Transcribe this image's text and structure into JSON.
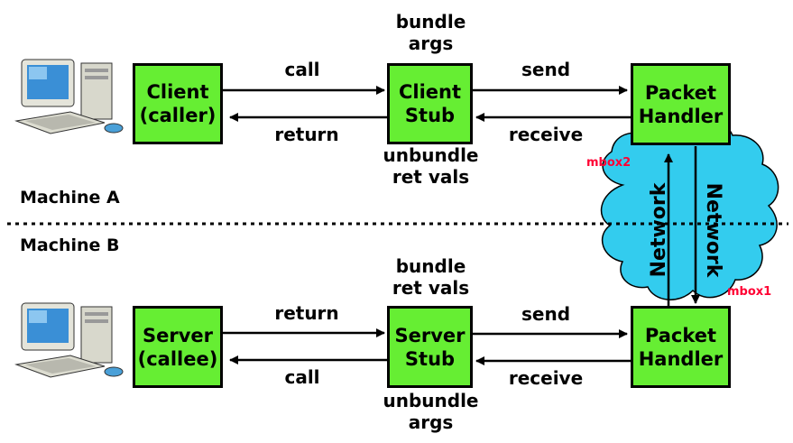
{
  "machines": {
    "a": "Machine A",
    "b": "Machine B"
  },
  "top_row": {
    "client_line1": "Client",
    "client_line2": "(caller)",
    "stub_line1": "Client",
    "stub_line2": "Stub",
    "handler_line1": "Packet",
    "handler_line2": "Handler",
    "call": "call",
    "return": "return",
    "send": "send",
    "receive": "receive",
    "above_stub_1": "bundle",
    "above_stub_2": "args",
    "below_stub_1": "unbundle",
    "below_stub_2": "ret vals"
  },
  "bottom_row": {
    "server_line1": "Server",
    "server_line2": "(callee)",
    "stub_line1": "Server",
    "stub_line2": "Stub",
    "handler_line1": "Packet",
    "handler_line2": "Handler",
    "return": "return",
    "call": "call",
    "send": "send",
    "receive": "receive",
    "above_stub_1": "bundle",
    "above_stub_2": "ret vals",
    "below_stub_1": "unbundle",
    "below_stub_2": "args"
  },
  "network": {
    "left": "Network",
    "right": "Network",
    "mbox2": "mbox2",
    "mbox1": "mbox1"
  },
  "colors": {
    "box": "#66ee33",
    "cloud": "#33ccee",
    "mbox": "#ff0033"
  },
  "icons": [
    "computer-icon",
    "computer-icon",
    "cloud-icon"
  ]
}
